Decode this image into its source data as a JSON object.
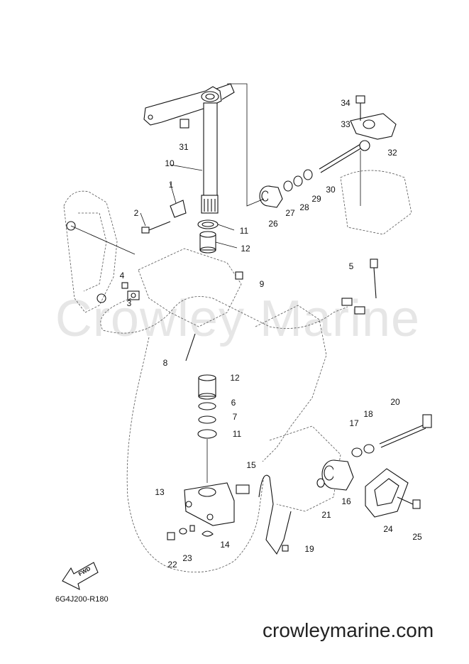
{
  "diagram": {
    "watermark": "Crowley Marine",
    "drawing_code": "6G4J200-R180",
    "website": "crowleymarine.com",
    "fwd_label": "FWD",
    "callouts": [
      {
        "id": "c1",
        "label": "1"
      },
      {
        "id": "c2",
        "label": "2"
      },
      {
        "id": "c3",
        "label": "3"
      },
      {
        "id": "c4",
        "label": "4"
      },
      {
        "id": "c5",
        "label": "5"
      },
      {
        "id": "c6",
        "label": "6"
      },
      {
        "id": "c7",
        "label": "7"
      },
      {
        "id": "c8",
        "label": "8"
      },
      {
        "id": "c9",
        "label": "9"
      },
      {
        "id": "c10",
        "label": "10"
      },
      {
        "id": "c11a",
        "label": "11"
      },
      {
        "id": "c11b",
        "label": "11"
      },
      {
        "id": "c12a",
        "label": "12"
      },
      {
        "id": "c12b",
        "label": "12"
      },
      {
        "id": "c13",
        "label": "13"
      },
      {
        "id": "c14",
        "label": "14"
      },
      {
        "id": "c15",
        "label": "15"
      },
      {
        "id": "c16",
        "label": "16"
      },
      {
        "id": "c17",
        "label": "17"
      },
      {
        "id": "c18",
        "label": "18"
      },
      {
        "id": "c19",
        "label": "19"
      },
      {
        "id": "c20",
        "label": "20"
      },
      {
        "id": "c21",
        "label": "21"
      },
      {
        "id": "c22",
        "label": "22"
      },
      {
        "id": "c23",
        "label": "23"
      },
      {
        "id": "c24",
        "label": "24"
      },
      {
        "id": "c25",
        "label": "25"
      },
      {
        "id": "c26",
        "label": "26"
      },
      {
        "id": "c27",
        "label": "27"
      },
      {
        "id": "c28",
        "label": "28"
      },
      {
        "id": "c29",
        "label": "29"
      },
      {
        "id": "c30",
        "label": "30"
      },
      {
        "id": "c31",
        "label": "31"
      },
      {
        "id": "c32",
        "label": "32"
      },
      {
        "id": "c33",
        "label": "33"
      },
      {
        "id": "c34",
        "label": "34"
      }
    ]
  }
}
